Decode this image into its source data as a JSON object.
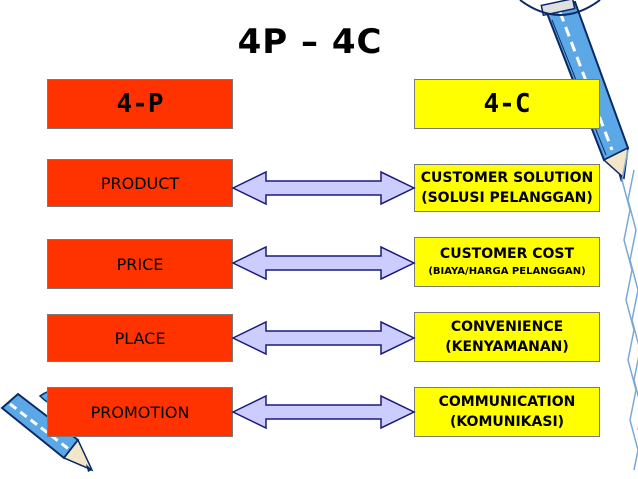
{
  "title": "4P – 4C",
  "left_header": "4-P",
  "right_header": "4-C",
  "rows": [
    {
      "p": "PRODUCT",
      "c_line1": "CUSTOMER SOLUTION",
      "c_line2": "(SOLUSI PELANGGAN)"
    },
    {
      "p": "PRICE",
      "c_line1": "CUSTOMER COST",
      "c_line2": "(BIAYA/HARGA PELANGGAN)"
    },
    {
      "p": "PLACE",
      "c_line1": "CONVENIENCE",
      "c_line2": "(KENYAMANAN)"
    },
    {
      "p": "PROMOTION",
      "c_line1": "COMMUNICATION",
      "c_line2": "(KOMUNIKASI)"
    }
  ],
  "colors": {
    "p_box": "#ff3300",
    "c_box": "#ffff00",
    "arrow_fill": "#ccccff",
    "arrow_stroke": "#1a1a7a"
  }
}
